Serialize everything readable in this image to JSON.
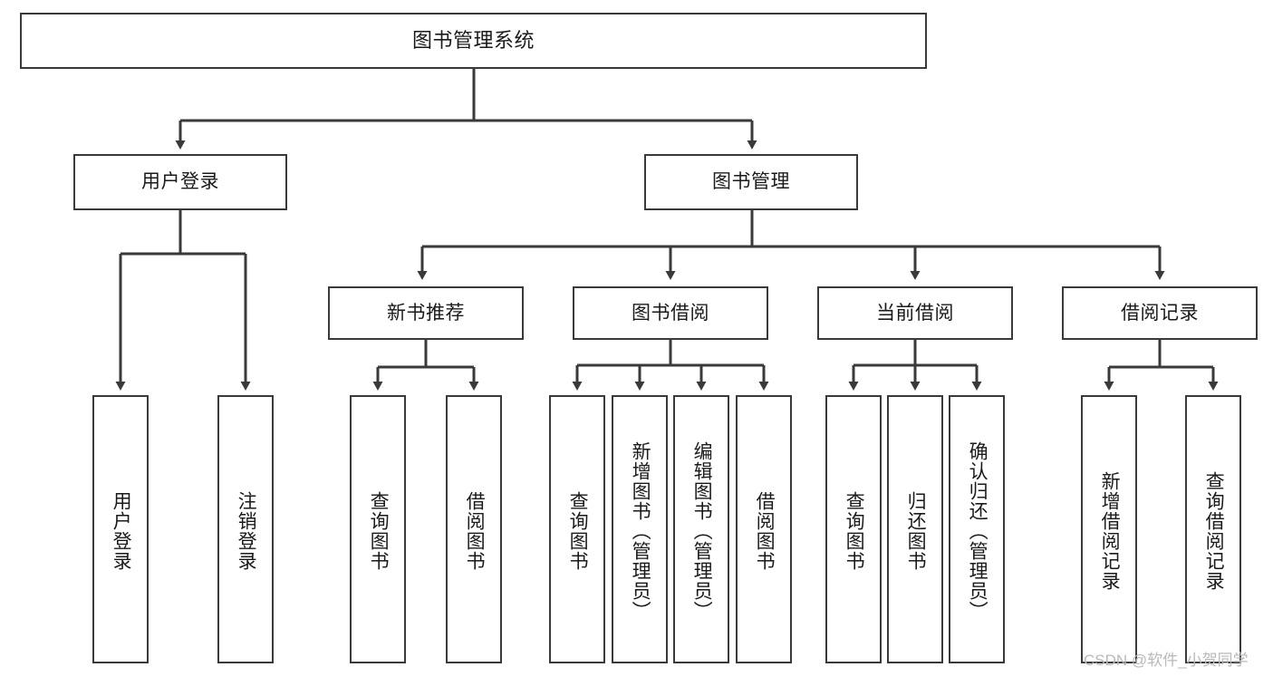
{
  "diagram": {
    "title": "图书管理系统",
    "type": "hierarchy-tree",
    "levels": 4,
    "root": {
      "label": "图书管理系统"
    },
    "level2": [
      {
        "label": "用户登录"
      },
      {
        "label": "图书管理"
      }
    ],
    "level3": [
      {
        "label": "新书推荐"
      },
      {
        "label": "图书借阅"
      },
      {
        "label": "当前借阅"
      },
      {
        "label": "借阅记录"
      }
    ],
    "leaves": {
      "user_login": [
        {
          "label": "用户登录"
        },
        {
          "label": "注销登录"
        }
      ],
      "new_book_recommend": [
        {
          "label": "查询图书"
        },
        {
          "label": "借阅图书"
        }
      ],
      "book_borrow": [
        {
          "label": "查询图书"
        },
        {
          "label": "新增图书（管理员）"
        },
        {
          "label": "编辑图书（管理员）"
        },
        {
          "label": "借阅图书"
        }
      ],
      "current_borrow": [
        {
          "label": "查询图书"
        },
        {
          "label": "归还图书"
        },
        {
          "label": "确认归还（管理员）"
        }
      ],
      "borrow_record": [
        {
          "label": "新增借阅记录"
        },
        {
          "label": "查询借阅记录"
        }
      ]
    }
  },
  "watermark": {
    "text": "CSDN @软件_小贺同学"
  },
  "colors": {
    "box_border": "#3a3a3a",
    "box_fill": "#ffffff",
    "connector": "#3a3a3a",
    "text": "#1a1a1a",
    "watermark": "#b9b9b9",
    "background": "#ffffff"
  }
}
